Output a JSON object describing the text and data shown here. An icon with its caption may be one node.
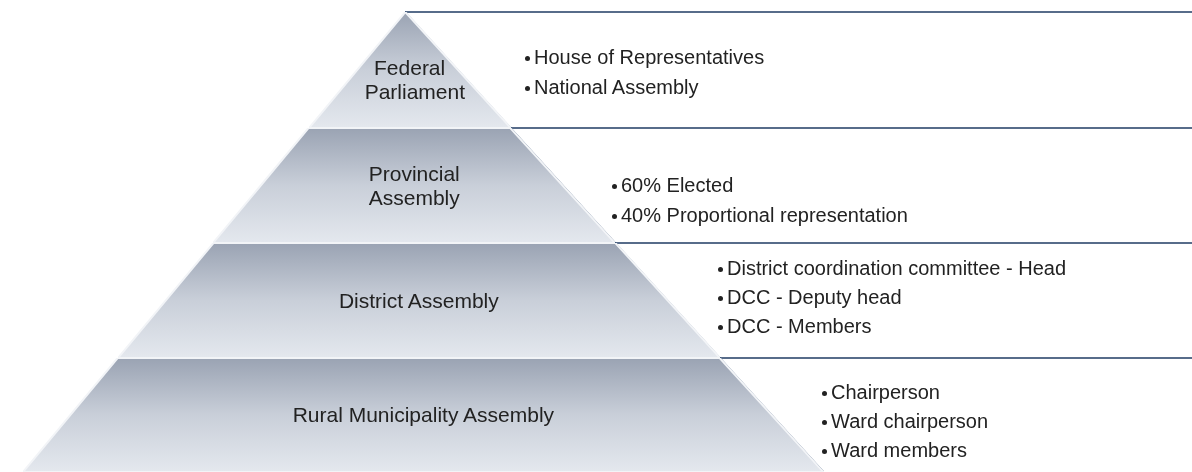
{
  "diagram": {
    "nodes": [
      {
        "text": [
          "Federal Parliament"
        ],
        "beside": [
          "House of Representatives",
          "National Assembly"
        ]
      },
      {
        "text": [
          "Provincial Assembly"
        ],
        "beside": [
          "60% Elected",
          "40% Proportional representation"
        ]
      },
      {
        "text": [
          "District Assembly"
        ],
        "beside": [
          "District coordination committee - Head",
          "DCC - Deputy head",
          "DCC - Members"
        ]
      },
      {
        "text": [
          "Rural Municipality Assembly"
        ],
        "beside": [
          "Chairperson",
          "Ward chairperson",
          "Ward members"
        ]
      }
    ],
    "edges": []
  }
}
